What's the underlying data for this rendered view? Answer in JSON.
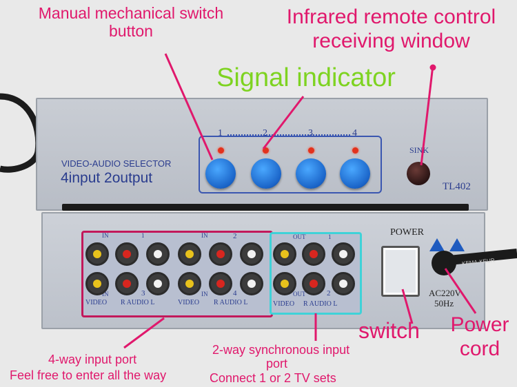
{
  "annotations": {
    "manual_switch": "Manual mechanical switch button",
    "infrared": "Infrared remote control receiving window",
    "signal_indicator": "Signal indicator",
    "switch": "switch",
    "power_cord": "Power cord",
    "input_port_1": "4-way input port",
    "input_port_2": "Feel free to enter all the way",
    "sync_port_1": "2-way synchronous input",
    "sync_port_2": "port",
    "sync_port_3": "Connect 1 or 2 TV sets"
  },
  "top_unit": {
    "title": "VIDEO-AUDIO SELECTOR",
    "subtitle": "4input 2output",
    "channels": [
      "1",
      "2",
      "3",
      "4"
    ],
    "sink_label": "SINK",
    "model": "TL402"
  },
  "bottom_unit": {
    "in_label": "IN",
    "out_label": "OUT",
    "groups_in": [
      "1",
      "2",
      "3",
      "4"
    ],
    "groups_out": [
      "1",
      "2"
    ],
    "video_label": "VIDEO",
    "audio_label": "R AUDIO L",
    "power_label": "POWER",
    "ac_label_1": "AC220V",
    "ac_label_2": "50Hz",
    "cable_text": "KEMA-KEUR"
  },
  "colors": {
    "annotation": "#e0186c",
    "signal_indicator": "#7ed321",
    "input_frame": "#c2185b",
    "output_frame": "#3fd2d8",
    "panel_text": "#2a3c8e",
    "button_blue": "#1f7ae0"
  }
}
